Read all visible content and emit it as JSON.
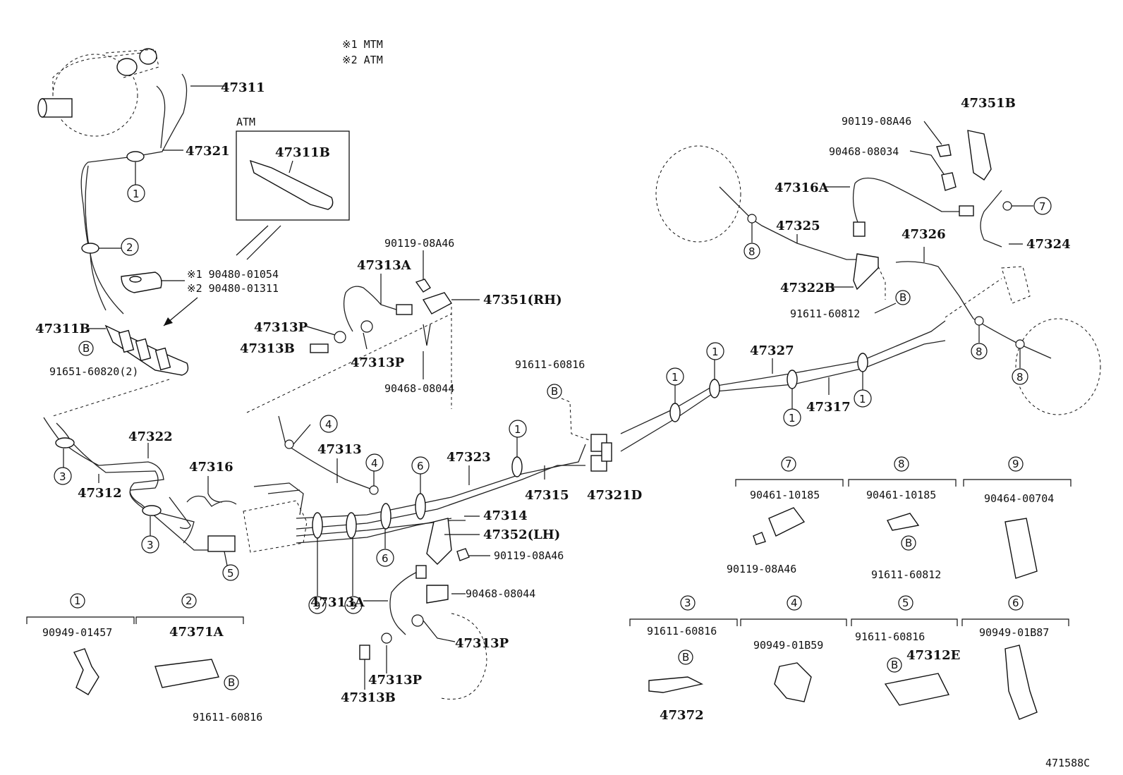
{
  "notes": {
    "note1": "※1  MTM",
    "note2": "※2  ATM"
  },
  "atm_box": {
    "title": "ATM",
    "part": "47311B"
  },
  "labels": {
    "p47311": "47311",
    "p47321": "47321",
    "p47311B": "47311B",
    "b_91651": "91651-60820(2)",
    "p90480_01054": "※1  90480-01054",
    "p90480_01311": "※2  90480-01311",
    "p47322": "47322",
    "p47312": "47312",
    "p47316": "47316",
    "p90119_a": "90119-08A46",
    "p47313A_top": "47313A",
    "p47351RH": "47351(RH)",
    "p47313P_a": "47313P",
    "p47313B_a": "47313B",
    "p47313P_b": "47313P",
    "p90468_08044_a": "90468-08044",
    "p91611_60816_mid": "91611-60816",
    "p47313": "47313",
    "p47323": "47323",
    "p47315": "47315",
    "p47321D": "47321D",
    "p47314": "47314",
    "p47352LH": "47352(LH)",
    "p90119_b": "90119-08A46",
    "p90468_08044_b": "90468-08044",
    "p47313A_bot": "47313A",
    "p47313P_c": "47313P",
    "p47313P_d": "47313P",
    "p47313B_b": "47313B",
    "p47327": "47327",
    "p47317": "47317",
    "p47351B": "47351B",
    "p90119_c": "90119-08A46",
    "p90468_08034": "90468-08034",
    "p47316A": "47316A",
    "p47325": "47325",
    "p47326": "47326",
    "p47324": "47324",
    "p47322B": "47322B",
    "p91611_60812_top": "91611-60812",
    "figure_id": "471588C"
  },
  "callouts": [
    "1",
    "2",
    "3",
    "4",
    "5",
    "6",
    "7",
    "8",
    "9"
  ],
  "bolt_mark": "B",
  "legend": [
    {
      "num": "1",
      "part": "90949-01457"
    },
    {
      "num": "2",
      "part": "47371A",
      "bolt": "91611-60816"
    },
    {
      "num": "3",
      "part": "91611-60816",
      "sub": "47372"
    },
    {
      "num": "4",
      "part": "90949-01B59"
    },
    {
      "num": "5",
      "part": "91611-60816",
      "sub": "47312E"
    },
    {
      "num": "6",
      "part": "90949-01B87"
    },
    {
      "num": "7",
      "part": "90461-10185",
      "bolt": "90119-08A46"
    },
    {
      "num": "8",
      "part": "90461-10185",
      "bolt": "91611-60812"
    },
    {
      "num": "9",
      "part": "90464-00704"
    }
  ]
}
